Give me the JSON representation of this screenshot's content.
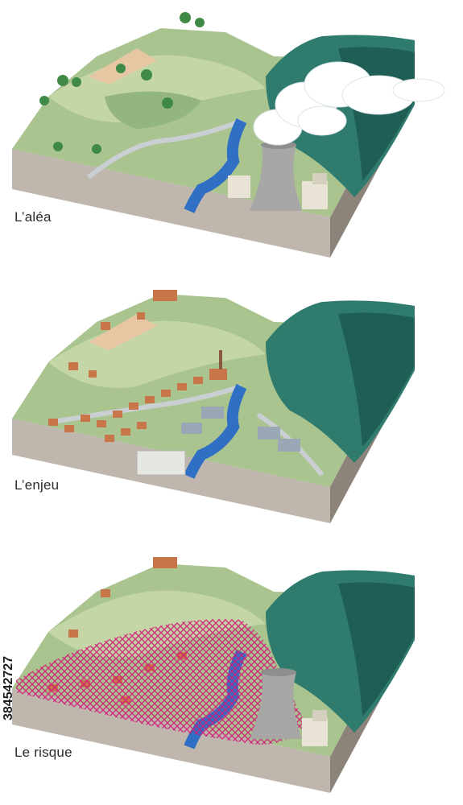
{
  "panels": [
    {
      "id": "alea",
      "label": "L’aléa"
    },
    {
      "id": "enjeu",
      "label": "L’enjeu"
    },
    {
      "id": "risque",
      "label": "Le risque"
    }
  ],
  "stock_id": "384542727",
  "colors": {
    "hill": "#a9c48f",
    "hill_light": "#c5d6a6",
    "meadow": "#93b57e",
    "field": "#e7c7a3",
    "soil_front": "#bfb7ad",
    "soil_side": "#8c847b",
    "river": "#2f6fc4",
    "forest": "#2f7b6e",
    "forest_dark": "#1f5e54",
    "road": "#c9cfd2",
    "tower": "#a7a7a5",
    "steam": "#ffffff",
    "roof": "#c8754a",
    "risk_marks": "#d11c7a"
  }
}
